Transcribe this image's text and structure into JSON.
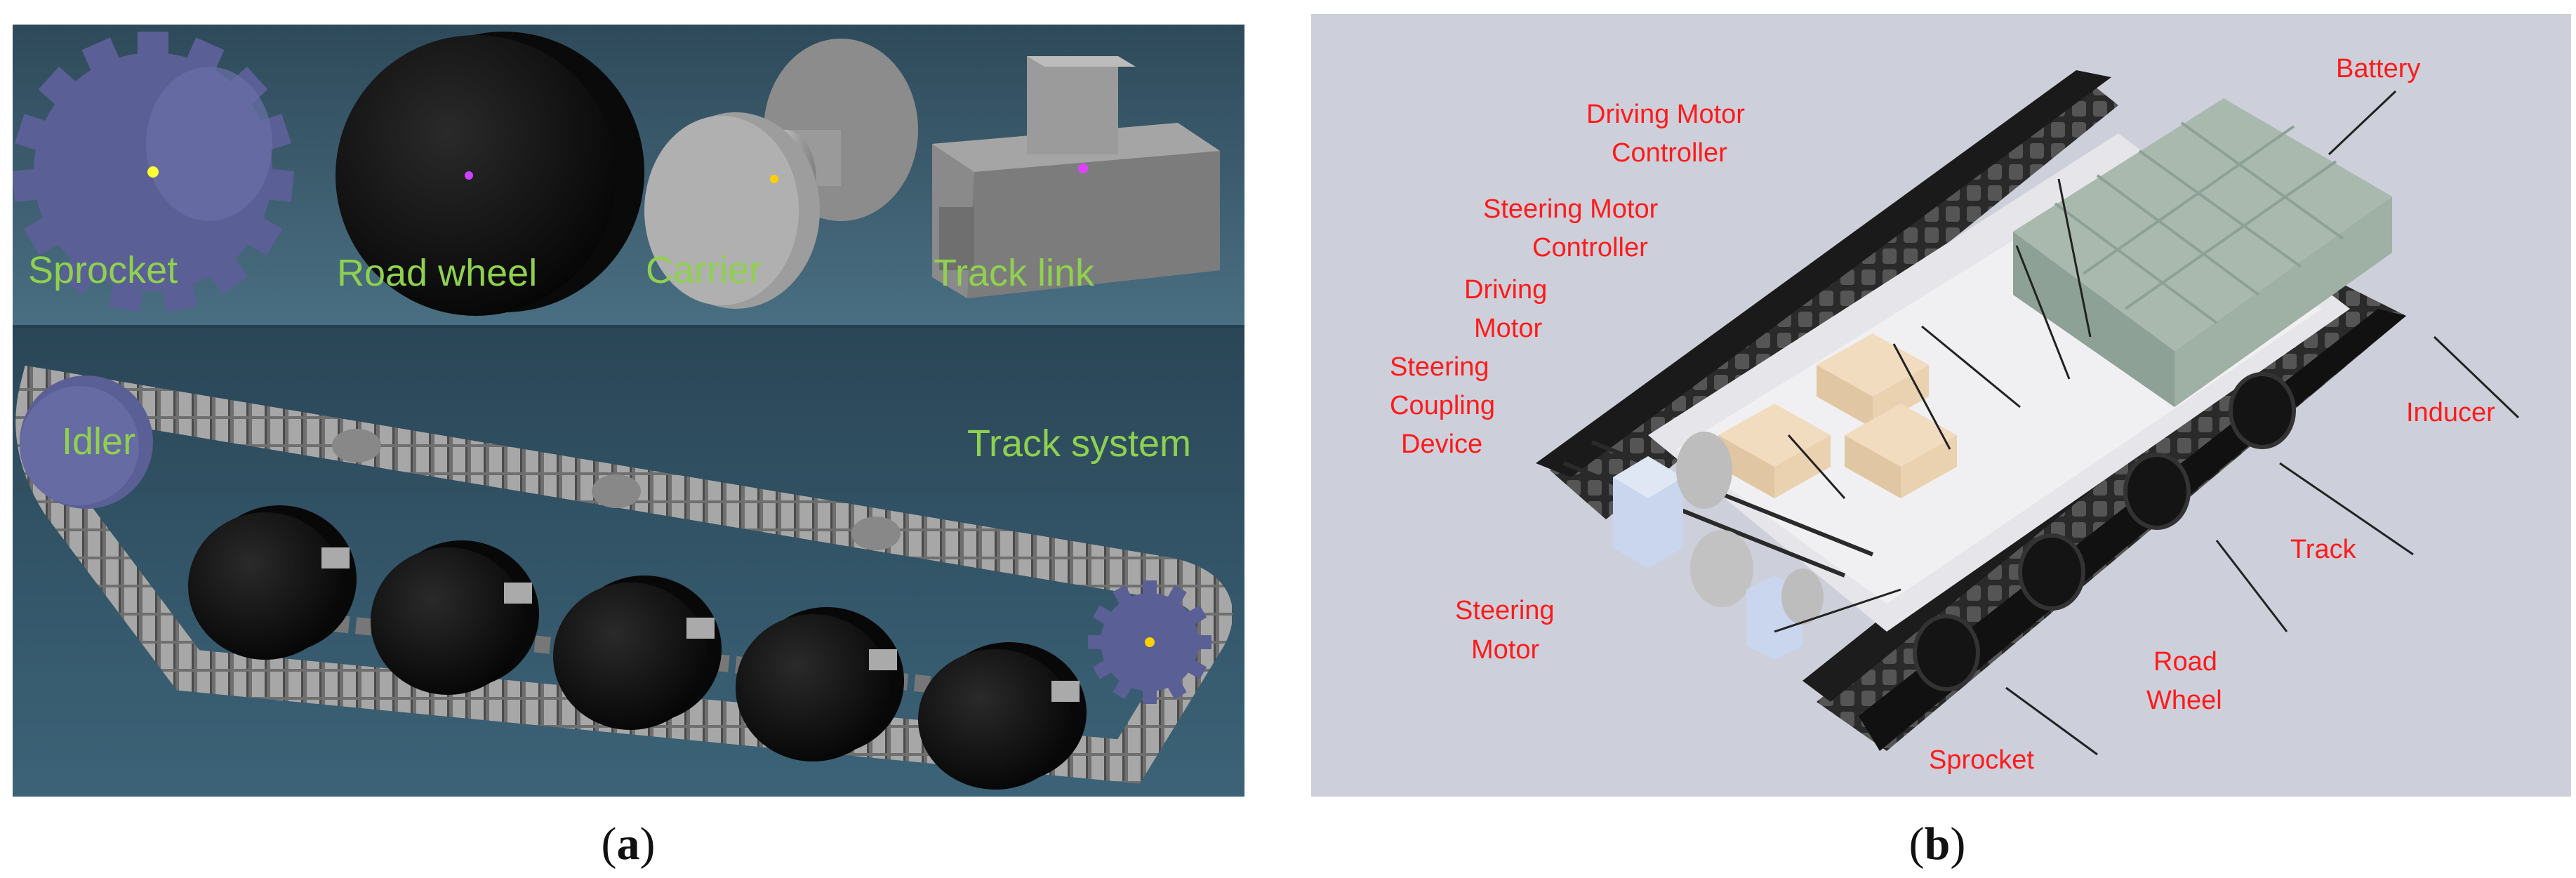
{
  "panel_a": {
    "labels": {
      "sprocket": "Sprocket",
      "road_wheel": "Road wheel",
      "carrier": "Carrier",
      "track_link": "Track link",
      "idler": "Idler",
      "track_system": "Track system"
    },
    "caption_letter": "a"
  },
  "panel_b": {
    "labels": {
      "battery": "Battery",
      "driving_motor_controller_1": "Driving Motor",
      "driving_motor_controller_2": "Controller",
      "steering_motor_controller_1": "Steering Motor",
      "steering_motor_controller_2": "Controller",
      "driving_motor_1": "Driving",
      "driving_motor_2": "Motor",
      "steering_coupling_1": "Steering",
      "steering_coupling_2": "Coupling",
      "steering_coupling_3": "Device",
      "inducer": "Inducer",
      "track": "Track",
      "steering_motor_1": "Steering",
      "steering_motor_2": "Motor",
      "road_wheel_1": "Road",
      "road_wheel_2": "Wheel",
      "sprocket": "Sprocket"
    },
    "caption_letter": "b"
  },
  "colors": {
    "panel_a_top": "#3b5f73",
    "panel_a_bottom": "#1f3c4c",
    "sprocket": "#5a5f95",
    "wheel": "#0d0d0d",
    "metal": "#9a9a9a",
    "panel_b_bg": "#cdd0da",
    "label_green": "#8fd14f",
    "label_red": "#ff1a1a"
  }
}
